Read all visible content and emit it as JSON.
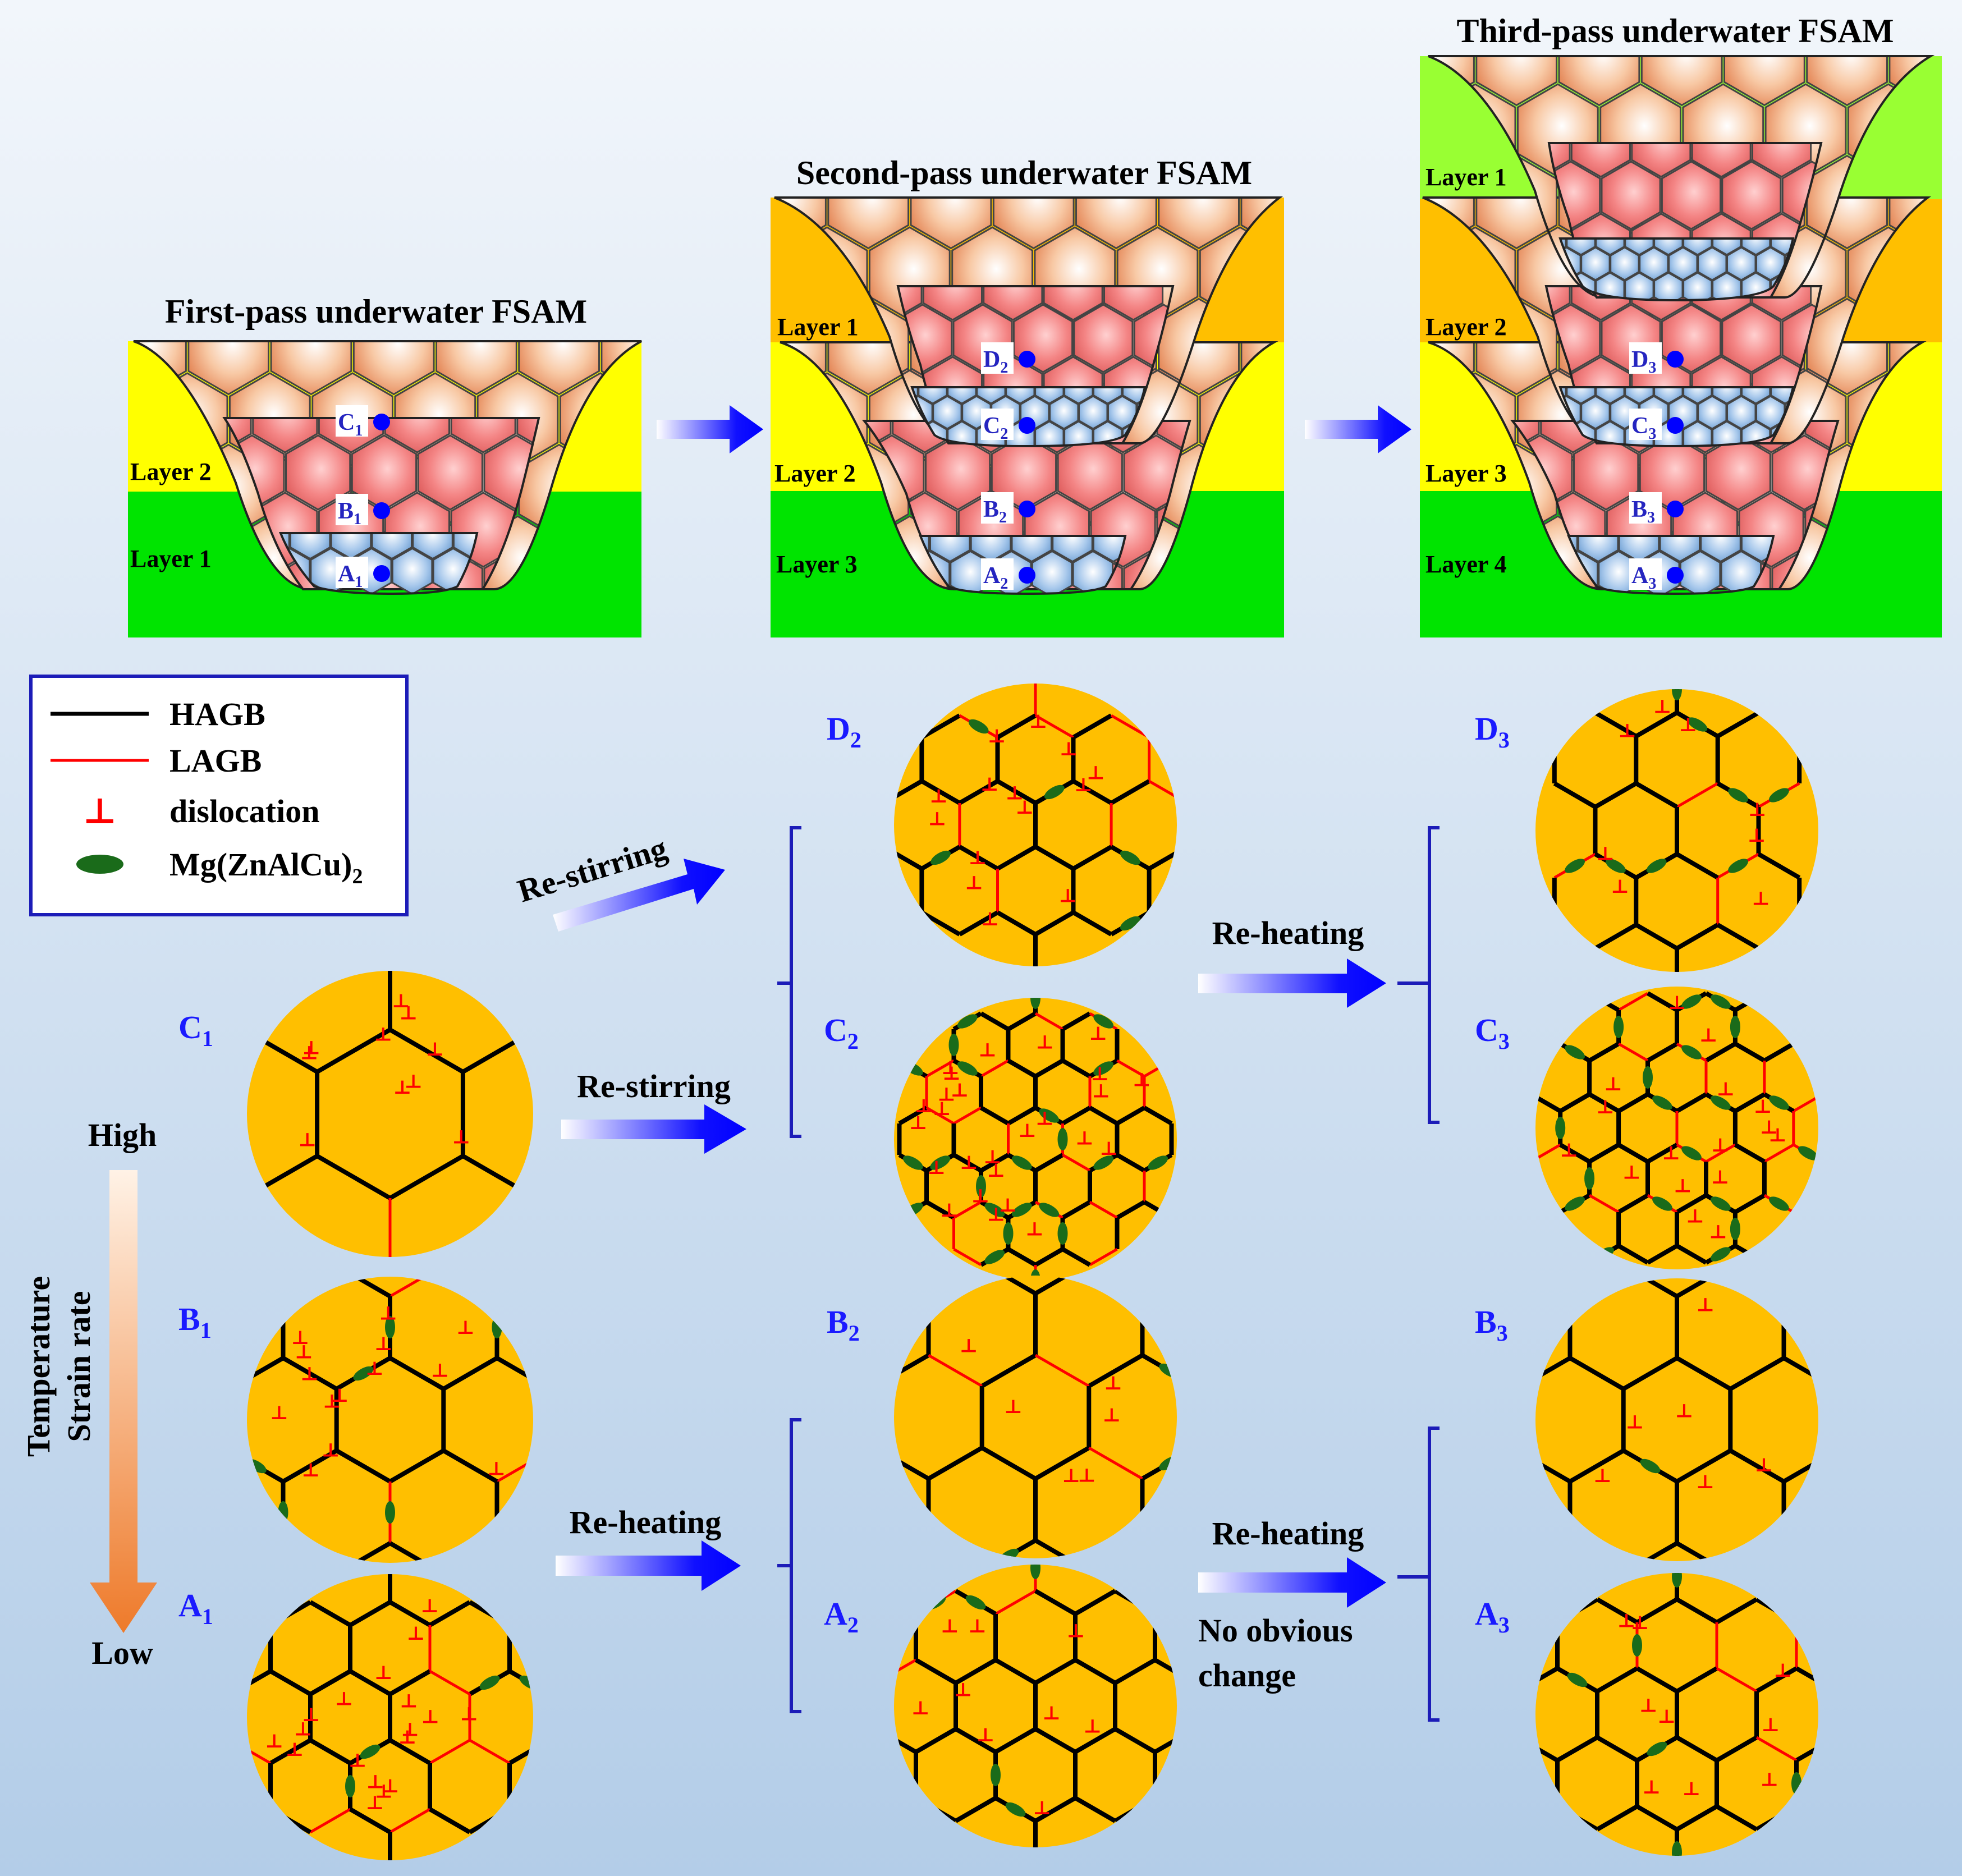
{
  "passes": [
    {
      "title": "First-pass underwater FSAM",
      "layers": [
        "Layer 1",
        "Layer 2"
      ],
      "points": [
        {
          "letter": "A",
          "sub": "1"
        },
        {
          "letter": "B",
          "sub": "1"
        },
        {
          "letter": "C",
          "sub": "1"
        }
      ]
    },
    {
      "title": "Second-pass underwater FSAM",
      "layers": [
        "Layer 1",
        "Layer 2",
        "Layer 3"
      ],
      "points": [
        {
          "letter": "A",
          "sub": "2"
        },
        {
          "letter": "B",
          "sub": "2"
        },
        {
          "letter": "C",
          "sub": "2"
        },
        {
          "letter": "D",
          "sub": "2"
        }
      ]
    },
    {
      "title": "Third-pass underwater FSAM",
      "layers": [
        "Layer 1",
        "Layer 2",
        "Layer 3",
        "Layer 4"
      ],
      "points": [
        {
          "letter": "A",
          "sub": "3"
        },
        {
          "letter": "B",
          "sub": "3"
        },
        {
          "letter": "C",
          "sub": "3"
        },
        {
          "letter": "D",
          "sub": "3"
        }
      ]
    }
  ],
  "legend": {
    "hagb": "HAGB",
    "lagb": "LAGB",
    "dislocation_symbol": "⊥",
    "dislocation": "dislocation",
    "precip_main": "Mg(ZnAlCu)",
    "precip_sub": "2"
  },
  "labels": {
    "C1": {
      "letter": "C",
      "sub": "1"
    },
    "B1": {
      "letter": "B",
      "sub": "1"
    },
    "A1": {
      "letter": "A",
      "sub": "1"
    },
    "D2": {
      "letter": "D",
      "sub": "2"
    },
    "C2": {
      "letter": "C",
      "sub": "2"
    },
    "B2": {
      "letter": "B",
      "sub": "2"
    },
    "A2": {
      "letter": "A",
      "sub": "2"
    },
    "D3": {
      "letter": "D",
      "sub": "3"
    },
    "C3": {
      "letter": "C",
      "sub": "3"
    },
    "B3": {
      "letter": "B",
      "sub": "3"
    },
    "A3": {
      "letter": "A",
      "sub": "3"
    }
  },
  "arrows": {
    "restir_up": "Re-stirring",
    "restir_mid": "Re-stirring",
    "reheat_low": "Re-heating",
    "reheat_up": "Re-heating",
    "reheat_low2": "Re-heating",
    "no_change_1": "No obvious",
    "no_change_2": "change"
  },
  "axis": {
    "high": "High",
    "low": "Low",
    "line1": "Temperature",
    "line2": "Strain rate"
  },
  "colors": {
    "bg_top": "#eef3fa",
    "bg_bottom": "#b7d1ea",
    "green": "#00e400",
    "yellow": "#ffff00",
    "orange": "#ffbf00",
    "lime": "#99ff33",
    "grain": "#ffbf00",
    "hagb": "#000000",
    "lagb": "#ff0000",
    "precip": "#1a6b1a",
    "blue": "#0000ff",
    "label_blue": "#1a1aff",
    "coarse": "#f6b98f",
    "medium": "#f58a8a",
    "fine": "#9fc3ea",
    "darkblue": "#2525c0"
  }
}
